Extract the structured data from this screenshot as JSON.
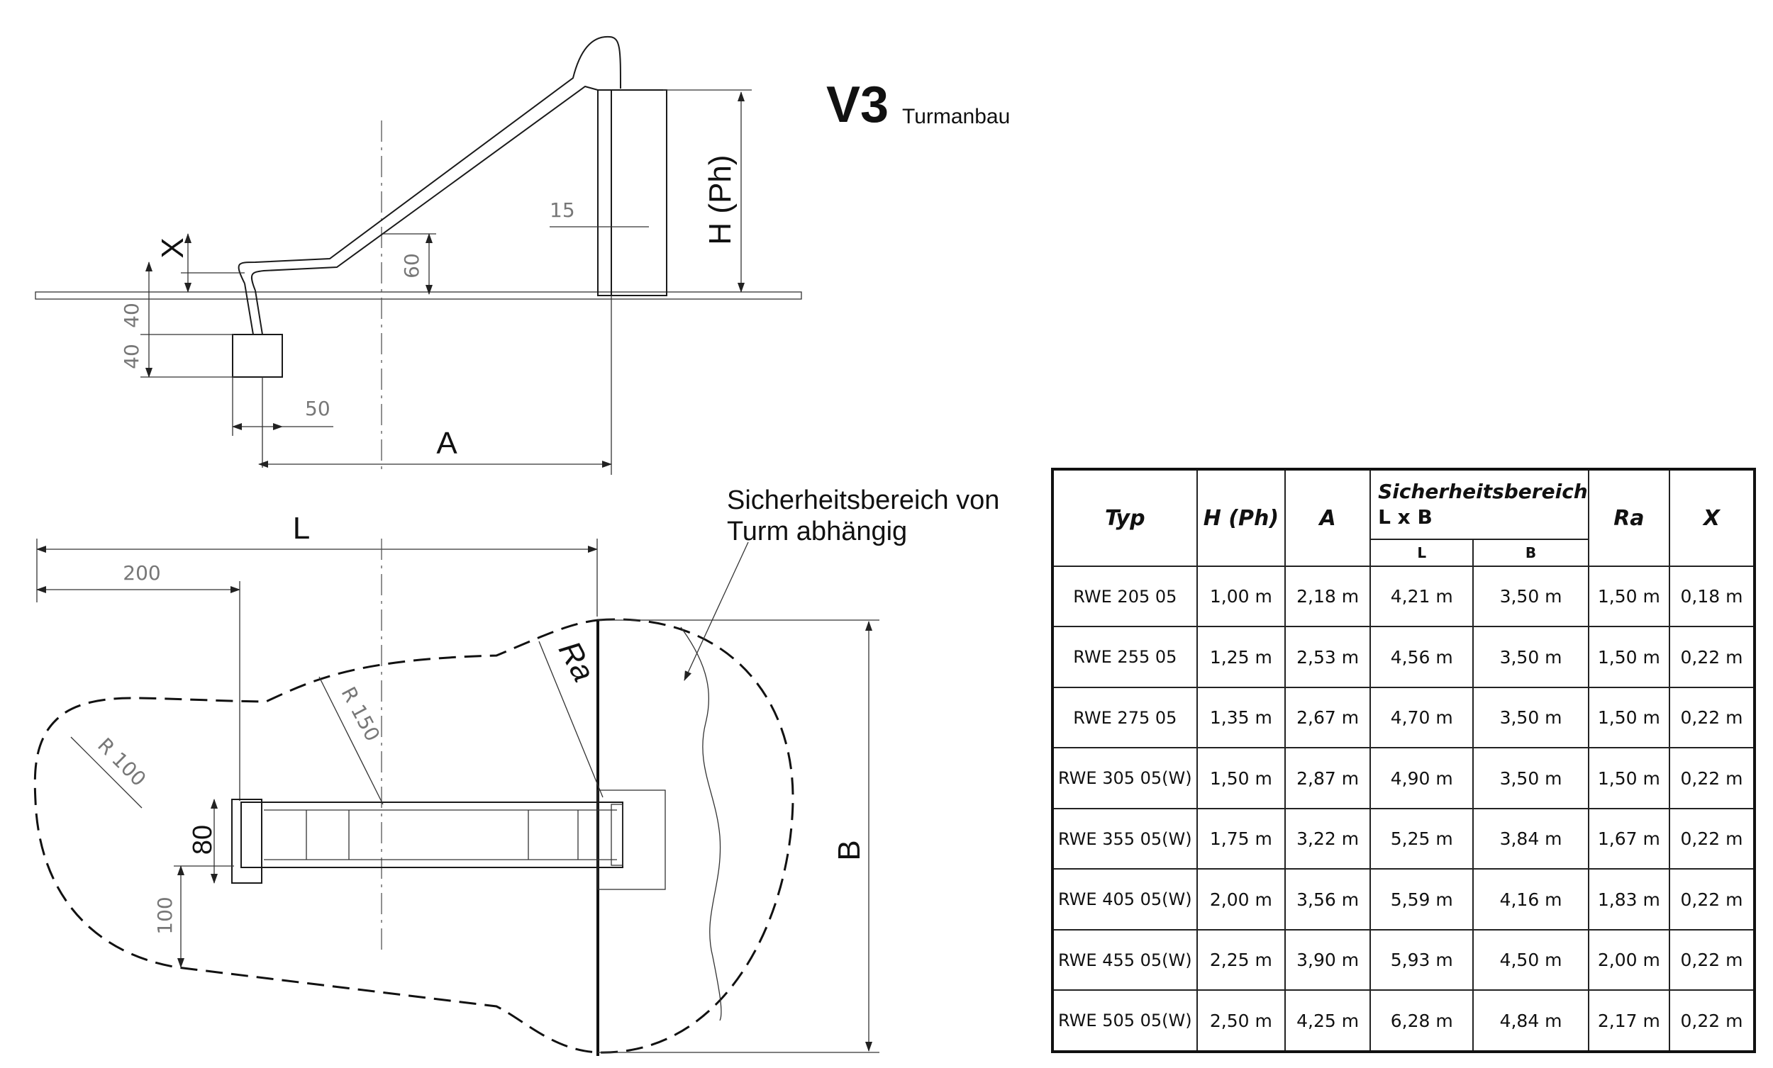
{
  "title": {
    "code": "V3",
    "subtitle": "Turmanbau"
  },
  "side_view_labels": {
    "height": "H (Ph)",
    "x": "X",
    "d60": "60",
    "d15": "15",
    "d40a": "40",
    "d40b": "40",
    "d50": "50",
    "a": "A"
  },
  "plan_view_labels": {
    "l": "L",
    "d200": "200",
    "ra": "Ra",
    "r150": "R 150",
    "r100": "R 100",
    "d80": "80",
    "d100": "100",
    "b": "B",
    "note_line1": "Sicherheitsbereich von",
    "note_line2": "Turm abhängig"
  },
  "table": {
    "headers": {
      "typ": "Typ",
      "h": "H (Ph)",
      "a": "A",
      "sicherheit": "Sicherheitsbereich",
      "lxb": "L x B",
      "l": "L",
      "b": "B",
      "ra": "Ra",
      "x": "X"
    },
    "rows": [
      {
        "typ": "RWE 205 05",
        "h": "1,00 m",
        "a": "2,18 m",
        "l": "4,21 m",
        "b": "3,50 m",
        "ra": "1,50 m",
        "x": "0,18 m"
      },
      {
        "typ": "RWE 255 05",
        "h": "1,25 m",
        "a": "2,53 m",
        "l": "4,56 m",
        "b": "3,50 m",
        "ra": "1,50 m",
        "x": "0,22 m"
      },
      {
        "typ": "RWE 275 05",
        "h": "1,35 m",
        "a": "2,67 m",
        "l": "4,70 m",
        "b": "3,50 m",
        "ra": "1,50 m",
        "x": "0,22 m"
      },
      {
        "typ": "RWE 305 05(W)",
        "h": "1,50 m",
        "a": "2,87 m",
        "l": "4,90 m",
        "b": "3,50 m",
        "ra": "1,50 m",
        "x": "0,22 m"
      },
      {
        "typ": "RWE 355 05(W)",
        "h": "1,75 m",
        "a": "3,22 m",
        "l": "5,25 m",
        "b": "3,84 m",
        "ra": "1,67 m",
        "x": "0,22 m"
      },
      {
        "typ": "RWE 405 05(W)",
        "h": "2,00 m",
        "a": "3,56 m",
        "l": "5,59 m",
        "b": "4,16 m",
        "ra": "1,83 m",
        "x": "0,22 m"
      },
      {
        "typ": "RWE 455 05(W)",
        "h": "2,25 m",
        "a": "3,90 m",
        "l": "5,93 m",
        "b": "4,50 m",
        "ra": "2,00 m",
        "x": "0,22 m"
      },
      {
        "typ": "RWE 505 05(W)",
        "h": "2,50 m",
        "a": "4,25 m",
        "l": "6,28 m",
        "b": "4,84 m",
        "ra": "2,17 m",
        "x": "0,22 m"
      }
    ]
  }
}
